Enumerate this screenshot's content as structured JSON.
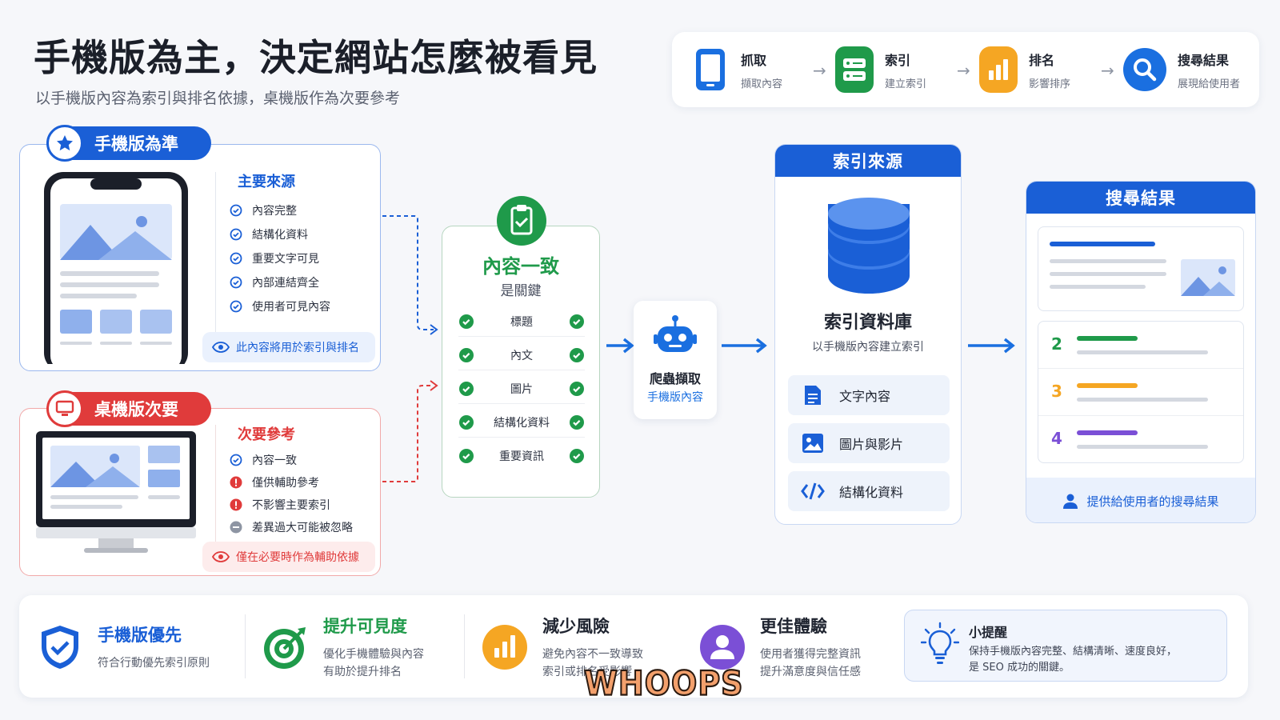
{
  "header": {
    "title": "手機版為主，決定網站怎麼被看見",
    "subtitle": "以手機版內容為索引與排名依據，桌機版作為次要參考"
  },
  "pipeline": [
    {
      "title": "抓取",
      "sub": "擷取內容",
      "icon": "phone-icon",
      "color": "#1a6fe0"
    },
    {
      "title": "索引",
      "sub": "建立索引",
      "icon": "server-icon",
      "color": "#1f9a4a"
    },
    {
      "title": "排名",
      "sub": "影響排序",
      "icon": "bar-chart-icon",
      "color": "#f5a623"
    },
    {
      "title": "搜尋結果",
      "sub": "展現給使用者",
      "icon": "search-icon",
      "color": "#1a6fe0"
    }
  ],
  "mobile": {
    "badge": "手機版為準",
    "heading": "主要來源",
    "items": [
      "內容完整",
      "結構化資料",
      "重要文字可見",
      "內部連結齊全",
      "使用者可見內容"
    ],
    "note": "此內容將用於索引與排名",
    "accent": "#1a5fd6"
  },
  "desktop": {
    "badge": "桌機版次要",
    "heading": "次要參考",
    "items": [
      {
        "text": "內容一致",
        "status": "check"
      },
      {
        "text": "僅供輔助參考",
        "status": "alert"
      },
      {
        "text": "不影響主要索引",
        "status": "alert"
      },
      {
        "text": "差異過大可能被忽略",
        "status": "minus"
      }
    ],
    "note": "僅在必要時作為輔助依據",
    "accent": "#e03b3b"
  },
  "consistency": {
    "title": "內容一致",
    "subtitle": "是關鍵",
    "rows": [
      "標題",
      "內文",
      "圖片",
      "結構化資料",
      "重要資訊"
    ],
    "accent": "#1f9a4a"
  },
  "crawler": {
    "title": "爬蟲擷取",
    "sub": "手機版內容"
  },
  "index": {
    "header": "索引來源",
    "title": "索引資料庫",
    "sub": "以手機版內容建立索引",
    "rows": [
      {
        "label": "文字內容",
        "icon": "document-icon"
      },
      {
        "label": "圖片與影片",
        "icon": "image-icon"
      },
      {
        "label": "結構化資料",
        "icon": "code-icon"
      }
    ]
  },
  "results": {
    "header": "搜尋結果",
    "ranks": [
      {
        "rank": "2",
        "color": "#1f9a4a"
      },
      {
        "rank": "3",
        "color": "#f5a623"
      },
      {
        "rank": "4",
        "color": "#7b4fd6"
      }
    ],
    "footer": "提供給使用者的搜尋結果"
  },
  "bottom": [
    {
      "title": "手機版優先",
      "lines": [
        "符合行動優先索引原則"
      ],
      "icon": "shield-check-icon"
    },
    {
      "title": "提升可見度",
      "lines": [
        "優化手機體驗與內容",
        "有助於提升排名"
      ],
      "icon": "target-icon"
    },
    {
      "title": "減少風險",
      "lines": [
        "避免內容不一致導致",
        "索引或排名受影響"
      ],
      "icon": "bar-chart-icon"
    },
    {
      "title": "更佳體驗",
      "lines": [
        "使用者獲得完整資訊",
        "提升滿意度與信任感"
      ],
      "icon": "user-icon"
    }
  ],
  "tip": {
    "title": "小提醒",
    "lines": [
      "保持手機版內容完整、結構清晰、速度良好，",
      "是 SEO 成功的關鍵。"
    ]
  },
  "watermark": "WHOOPS"
}
